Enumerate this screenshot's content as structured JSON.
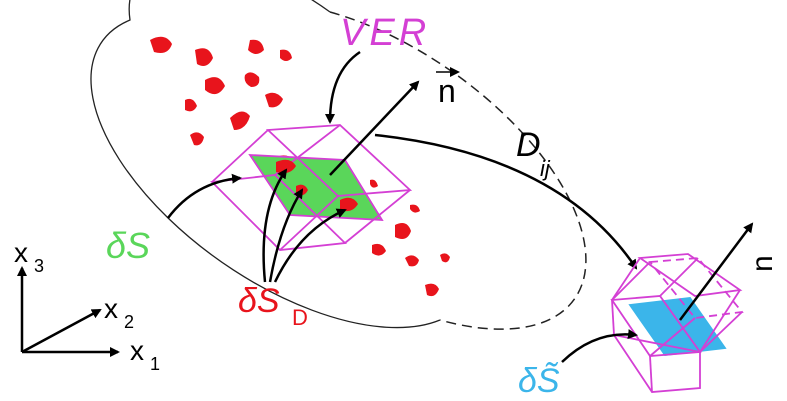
{
  "labels": {
    "ver": "VER",
    "normal_vector_left": "n",
    "normal_vector_right": "n",
    "mapping": "D",
    "mapping_subscript": "ij",
    "delta_s": "δS",
    "delta_s_d": "δS",
    "delta_s_d_subscript": "D",
    "delta_s_tilde": "δS̃",
    "axis_x1": "x",
    "axis_x1_sub": "1",
    "axis_x2": "x",
    "axis_x2_sub": "2",
    "axis_x3": "x",
    "axis_x3_sub": "3"
  },
  "colors": {
    "magenta": "#d43fd4",
    "red": "#e8141c",
    "green": "#5ad65a",
    "cyan": "#3bb5ea",
    "black": "#000000"
  },
  "icons": {
    "tilde_mark": "tilde-icon",
    "vector_arrow": "arrow-icon"
  }
}
